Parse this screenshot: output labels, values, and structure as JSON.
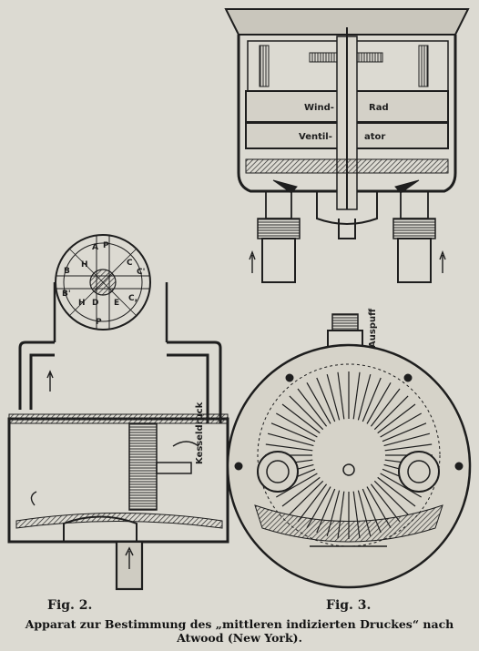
{
  "figure2": {
    "caption": "Fig. 2.",
    "dial_letters": {
      "top_a": "A",
      "top_p": "P",
      "left_b": "B",
      "h_top": "H",
      "right_c": "C",
      "c_prime": "C'",
      "b_prime": "B'",
      "h_bottom": "H",
      "d": "D",
      "e": "E",
      "c_lower": "C,",
      "bottom_p": "P"
    },
    "side_label": "Kesseldruck"
  },
  "figure3": {
    "caption": "Fig. 3.",
    "labels": {
      "wind": "Wind-",
      "rad": "Rad",
      "ventil": "Ventil-",
      "ator": "ator",
      "auspuff": "Auspuff"
    }
  },
  "caption": {
    "line1": "Apparat zur Bestimmung des „mittleren indizierten Druckes“ nach",
    "line2": "Atwood (New York)."
  },
  "colors": {
    "ink": "#1e1e1e",
    "paper": "#dcdad2",
    "shade": "#8a8880"
  }
}
